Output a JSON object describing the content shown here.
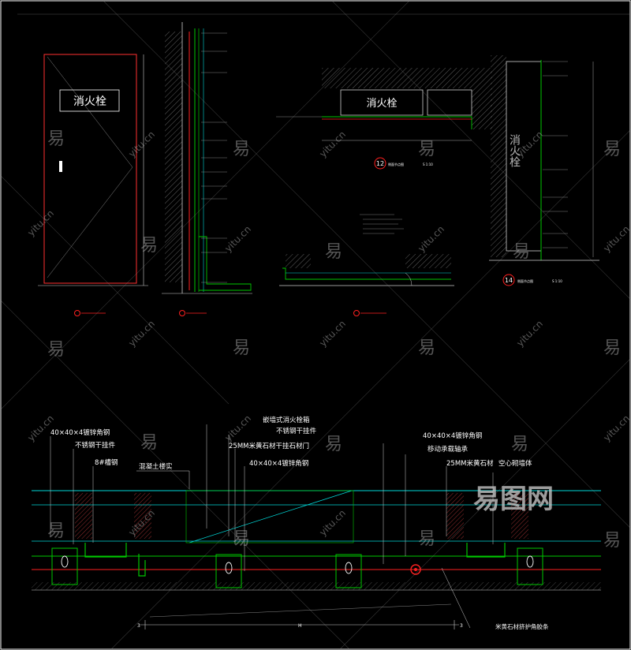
{
  "elevation": {
    "box_label": "消火栓"
  },
  "detail_12": {
    "box_label": "消火栓",
    "number": "12",
    "title": "侧面节点图",
    "scale": "S 1:10"
  },
  "detail_14": {
    "number": "14",
    "title": "侧面节点图",
    "scale": "S 1:10"
  },
  "main_section": {
    "labels_left": [
      "40×40×4镀锌角钢",
      "不锈钢干挂件",
      "8#槽钢",
      "混凝土楼实"
    ],
    "labels_mid": [
      "嵌墙式消火栓箱",
      "不锈钢干挂件",
      "25MM米黄石材干挂石材门",
      "40×40×4镀锌角钢"
    ],
    "labels_right": [
      "40×40×4镀锌角钢",
      "移动承载轴承",
      "25MM米黄石材",
      "空心砌墙体"
    ],
    "label_bottom": "米黄石材挤护角胶条",
    "dim_left": "3",
    "dim_mid": "H",
    "dim_right": "3"
  },
  "watermark": {
    "site": "yitu.cn",
    "glyph": "易",
    "logo": "易图网"
  },
  "colors": {
    "background": "#000000",
    "line_white": "#ffffff",
    "line_green": "#00c800",
    "line_red": "#ff2020",
    "line_cyan": "#00d7d7",
    "line_magenta": "#ff00ff",
    "line_yellow": "#e8e800"
  }
}
